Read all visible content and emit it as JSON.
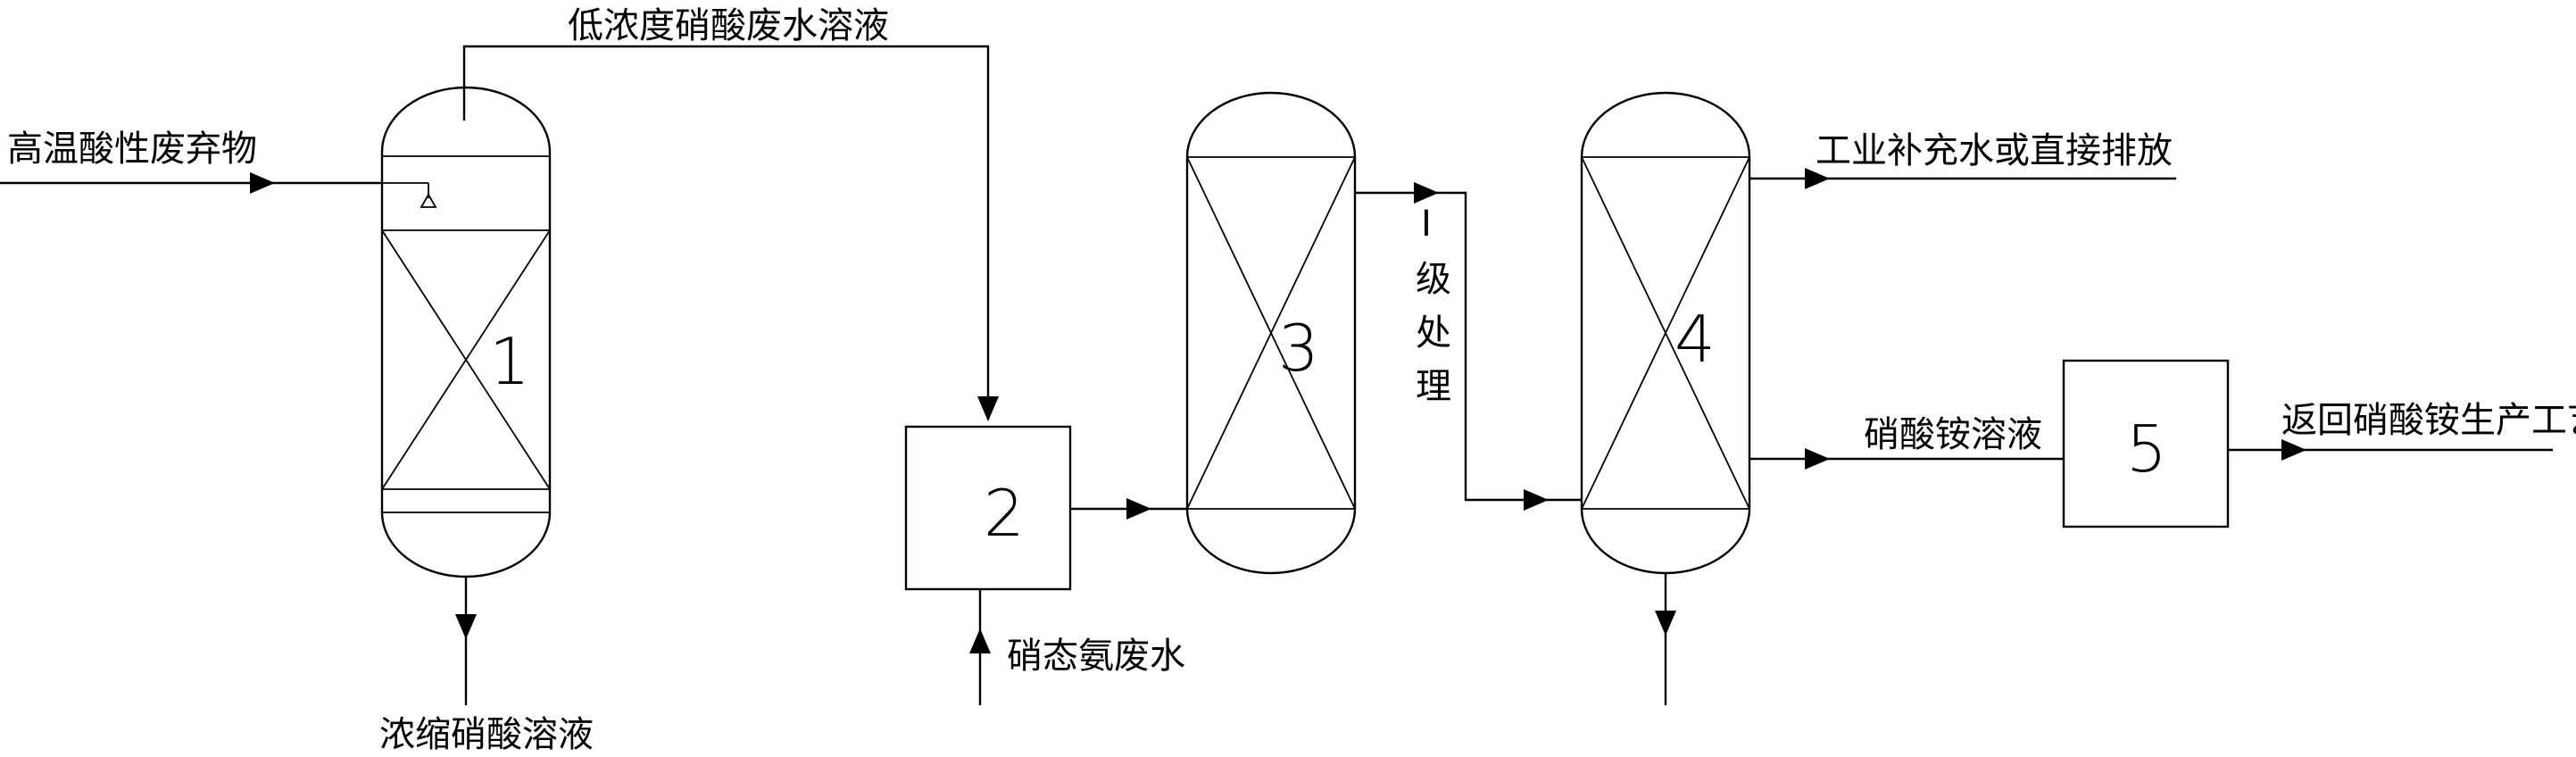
{
  "labels": {
    "high_temp_acid_waste": "高温酸性废弃物",
    "low_conc_nitric_waste": "低浓度硝酸废水溶液",
    "conc_nitric_solution": "浓缩硝酸溶液",
    "nitrate_ammonia_waste": "硝态氨废水",
    "stage1_treatment": [
      "I",
      "级",
      "处",
      "理"
    ],
    "industrial_water_or_discharge": "工业补充水或直接排放",
    "ammonium_nitrate_solution": "硝酸铵溶液",
    "return_to_process": "返回硝酸铵生产工艺"
  },
  "units": {
    "u1": "1",
    "u2": "2",
    "u3": "3",
    "u4": "4",
    "u5": "5"
  }
}
